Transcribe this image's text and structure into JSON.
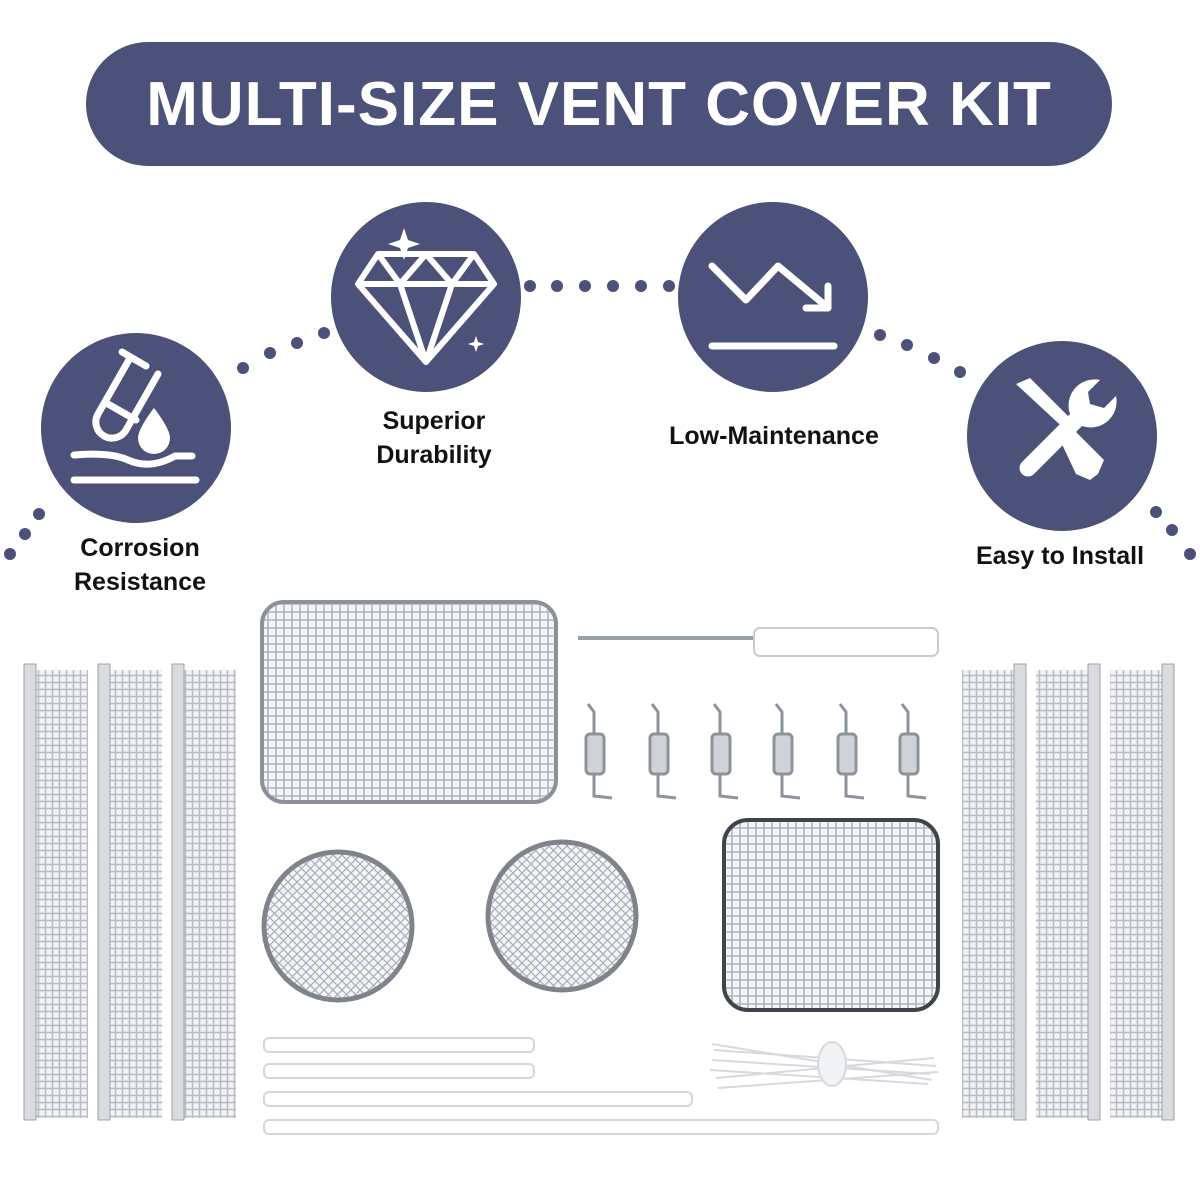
{
  "banner": {
    "title": "MULTI-SIZE VENT COVER KIT"
  },
  "colors": {
    "navy": "#4b5179",
    "mesh": "#c9ccd2",
    "white": "#ffffff"
  },
  "features": [
    {
      "icon": "test-tube-drop-icon",
      "line1": "Corrosion",
      "line2": "Resistance"
    },
    {
      "icon": "diamond-icon",
      "line1": "Superior",
      "line2": "Durability"
    },
    {
      "icon": "trend-down-icon",
      "line1": "Low-Maintenance",
      "line2": ""
    },
    {
      "icon": "wrench-screwdriver-icon",
      "line1": "Easy to Install",
      "line2": ""
    }
  ]
}
